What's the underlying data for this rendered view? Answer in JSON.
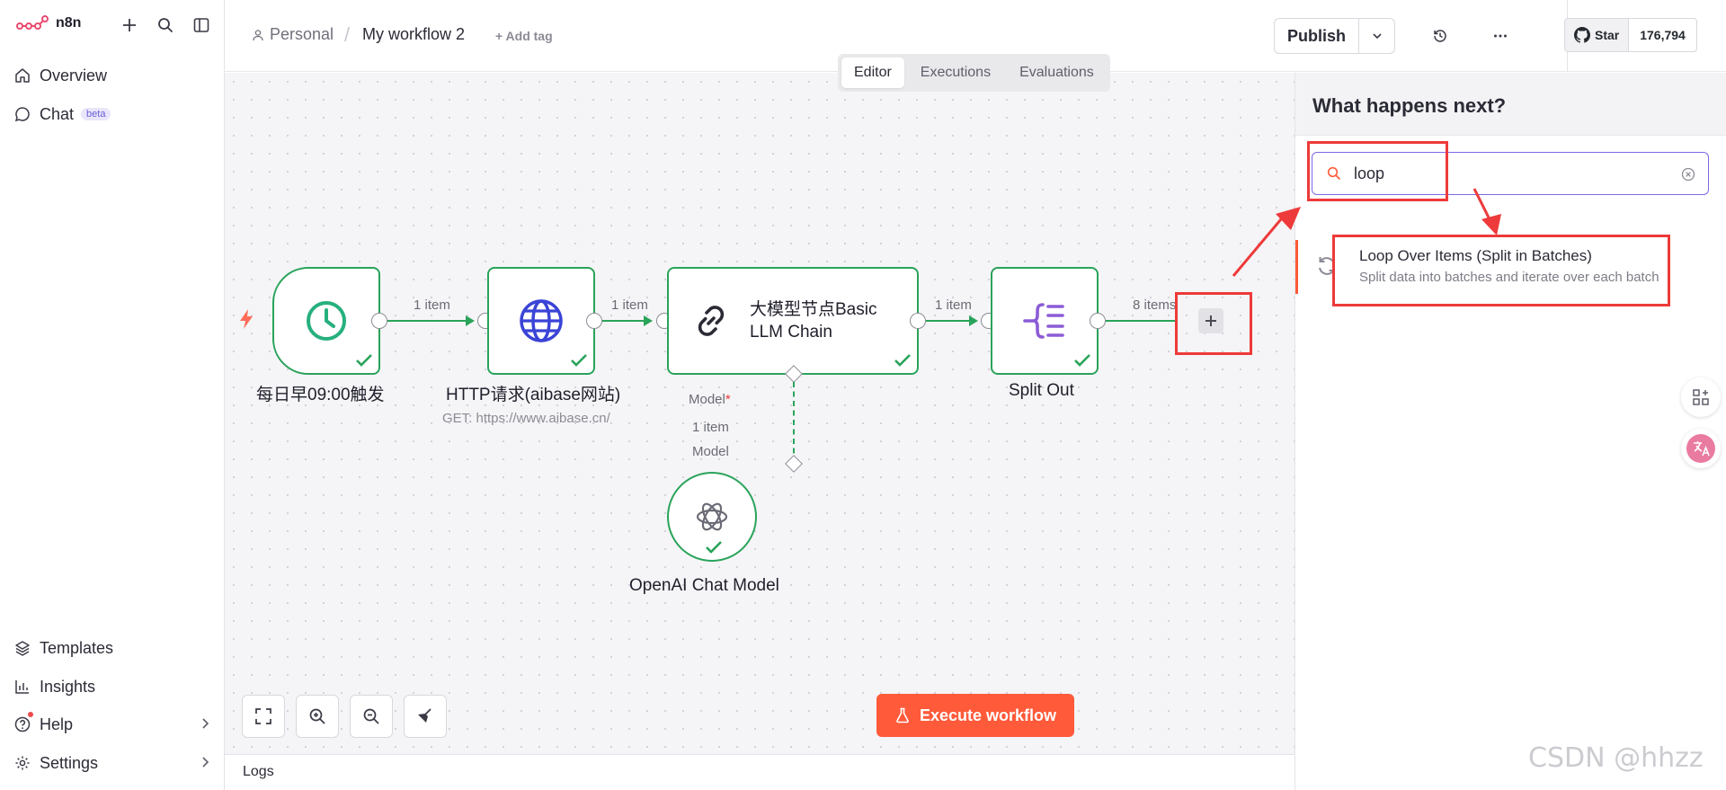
{
  "app": {
    "name": "n8n"
  },
  "sidebar": {
    "top_items": [
      {
        "label": "Overview",
        "icon": "home-icon"
      },
      {
        "label": "Chat",
        "icon": "chat-icon",
        "badge": "beta"
      }
    ],
    "bottom_items": [
      {
        "label": "Templates",
        "icon": "templates-icon"
      },
      {
        "label": "Insights",
        "icon": "insights-icon"
      },
      {
        "label": "Help",
        "icon": "help-icon"
      },
      {
        "label": "Settings",
        "icon": "gear-icon"
      }
    ]
  },
  "header": {
    "breadcrumb_project": "Personal",
    "breadcrumb_separator": "/",
    "workflow_name": "My workflow 2",
    "add_tag": "+ Add tag",
    "tabs": [
      "Editor",
      "Executions",
      "Evaluations"
    ],
    "active_tab": "Editor",
    "publish_label": "Publish",
    "star_label": "Star",
    "star_count": "176,794"
  },
  "canvas": {
    "nodes": [
      {
        "id": "trigger",
        "label": "每日早09:00触发",
        "icon": "clock-icon"
      },
      {
        "id": "http",
        "label": "HTTP请求(aibase网站)",
        "subtitle": "GET: https://www.aibase.cn/",
        "icon": "globe-icon"
      },
      {
        "id": "llm",
        "label_line1": "大模型节点Basic",
        "label_line2": "LLM Chain",
        "icon": "link-icon",
        "port_label": "Model",
        "port_required": "*"
      },
      {
        "id": "split",
        "label": "Split Out",
        "icon": "split-icon"
      },
      {
        "id": "openai",
        "label": "OpenAI Chat Model",
        "icon": "openai-icon"
      }
    ],
    "connections": [
      "1 item",
      "1 item",
      "1 item",
      "8 items"
    ],
    "sub_connection": {
      "count": "1 item",
      "label": "Model"
    },
    "execute_label": "Execute workflow",
    "logs_label": "Logs"
  },
  "panel": {
    "title": "What happens next?",
    "search_value": "loop",
    "result": {
      "title": "Loop Over Items (Split in Batches)",
      "description": "Split data into batches and iterate over each batch"
    }
  },
  "watermark": "CSDN @hhzz",
  "colors": {
    "success": "#2aa35a",
    "accent": "#ff5a3a",
    "focus": "#7a6ae6",
    "annotation": "#ee3a3a"
  }
}
